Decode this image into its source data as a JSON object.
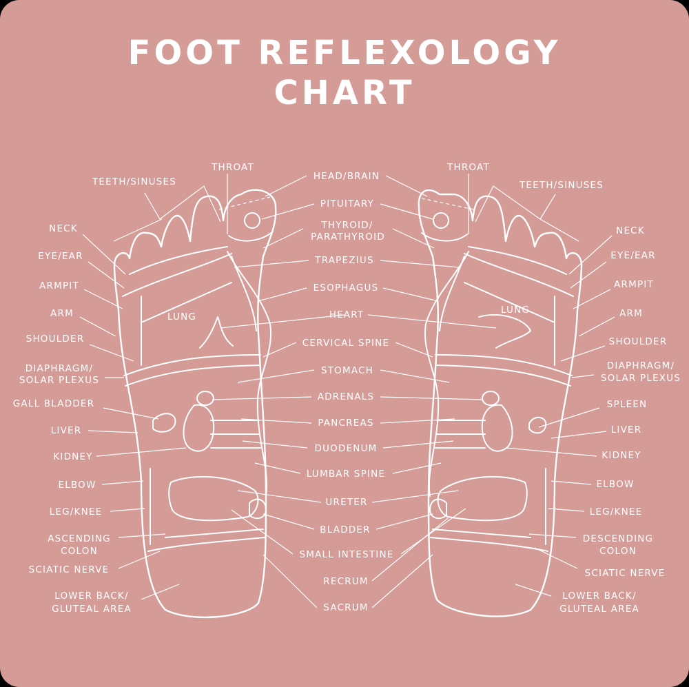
{
  "title": {
    "line1": "FOOT REFLEXOLOGY",
    "line2": "CHART"
  },
  "colors": {
    "background": "#d49b97",
    "ink": "#ffffff"
  },
  "left_foot_labels": {
    "teeth_sinuses": "TEETH/SINUSES",
    "throat": "THROAT",
    "neck": "NECK",
    "eye_ear": "EYE/EAR",
    "armpit": "ARMPIT",
    "arm": "ARM",
    "shoulder": "SHOULDER",
    "diaphragm_1": "DIAPHRAGM/",
    "diaphragm_2": "SOLAR PLEXUS",
    "gall_bladder": "GALL BLADDER",
    "liver": "LIVER",
    "kidney": "KIDNEY",
    "elbow": "ELBOW",
    "leg_knee": "LEG/KNEE",
    "colon_1": "ASCENDING",
    "colon_2": "COLON",
    "sciatic": "SCIATIC NERVE",
    "lower_back_1": "LOWER BACK/",
    "lower_back_2": "GLUTEAL AREA",
    "lung": "LUNG"
  },
  "center_labels": {
    "head_brain": "HEAD/BRAIN",
    "pituitary": "PITUITARY",
    "thyroid_1": "THYROID/",
    "thyroid_2": "PARATHYROID",
    "trapezius": "TRAPEZIUS",
    "esophagus": "ESOPHAGUS",
    "heart": "HEART",
    "cervical_spine": "CERVICAL SPINE",
    "stomach": "STOMACH",
    "adrenals": "ADRENALS",
    "pancreas": "PANCREAS",
    "duodenum": "DUODENUM",
    "lumbar_spine": "LUMBAR SPINE",
    "ureter": "URETER",
    "bladder": "BLADDER",
    "small_intestine": "SMALL INTESTINE",
    "recrum": "RECRUM",
    "sacrum": "SACRUM"
  },
  "right_foot_labels": {
    "throat": "THROAT",
    "teeth_sinuses": "TEETH/SINUSES",
    "neck": "NECK",
    "eye_ear": "EYE/EAR",
    "armpit": "ARMPIT",
    "arm": "ARM",
    "shoulder": "SHOULDER",
    "diaphragm_1": "DIAPHRAGM/",
    "diaphragm_2": "SOLAR PLEXUS",
    "spleen": "SPLEEN",
    "liver": "LIVER",
    "kidney": "KIDNEY",
    "elbow": "ELBOW",
    "leg_knee": "LEG/KNEE",
    "colon_1": "DESCENDING",
    "colon_2": "COLON",
    "sciatic": "SCIATIC NERVE",
    "lower_back_1": "LOWER BACK/",
    "lower_back_2": "GLUTEAL AREA",
    "lung": "LUNG"
  }
}
